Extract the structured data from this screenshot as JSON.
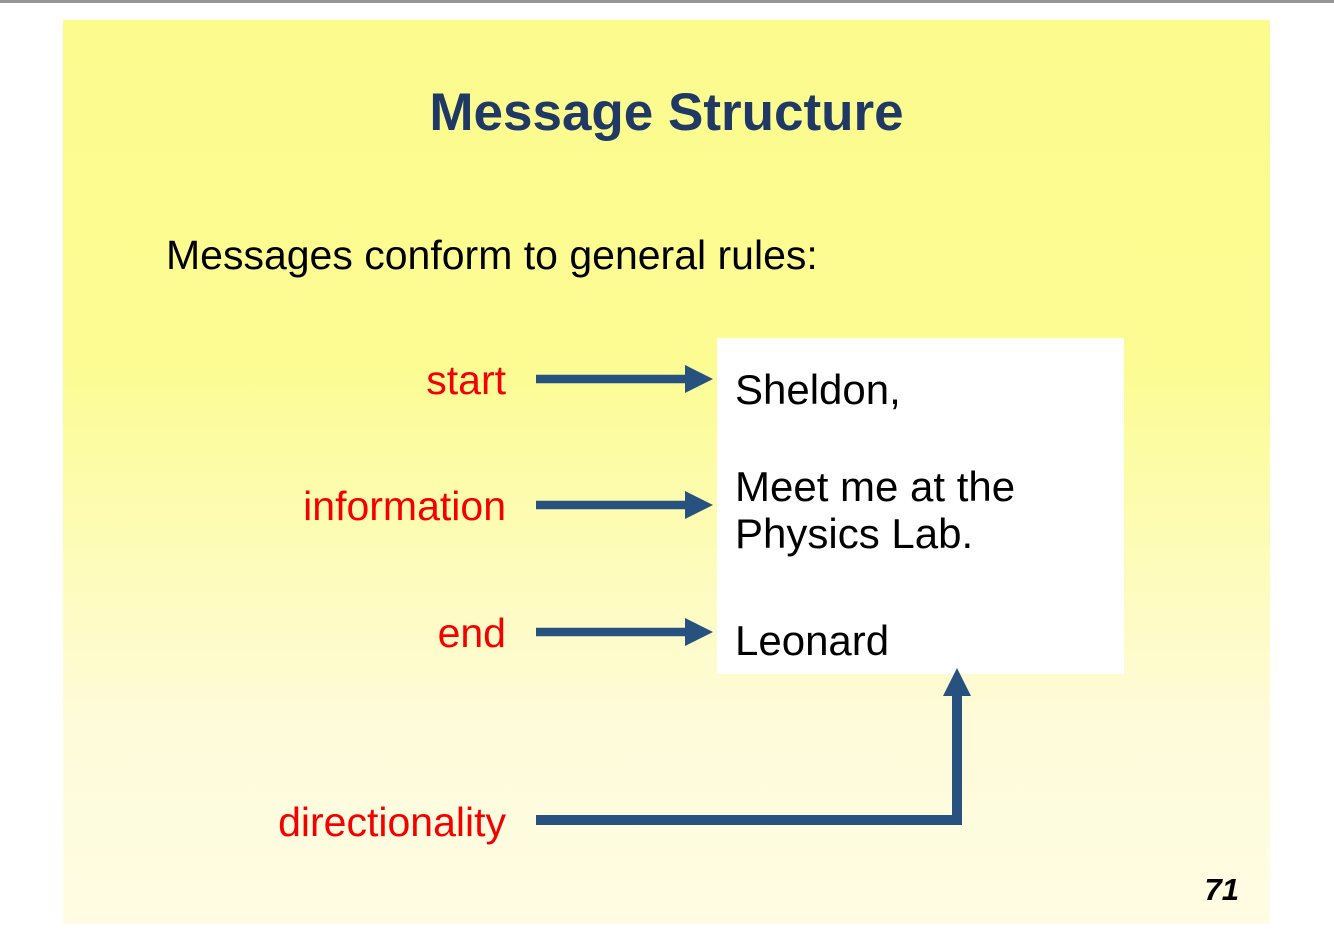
{
  "slide": {
    "title": "Message Structure",
    "intro": "Messages conform to general rules:",
    "page_number": "71"
  },
  "labels": {
    "start": "start",
    "information": "information",
    "end": "end",
    "directionality": "directionality"
  },
  "message": {
    "salutation": "Sheldon,",
    "body": "Meet me at the Physics Lab.",
    "signature": "Leonard"
  },
  "icons": {
    "arrow_right": "right-arrow-icon",
    "arrow_up": "up-arrow-icon"
  },
  "colors": {
    "gray-bar": "#979797",
    "slide-yellow-top": "#FBFB8E",
    "slide-yellow-bottom": "#FFFCE3",
    "title-blue": "#1F3864",
    "arrow-blue": "#27517F",
    "label-red": "#F40000",
    "box-white": "#FFFFFF",
    "text-black": "#000000"
  }
}
